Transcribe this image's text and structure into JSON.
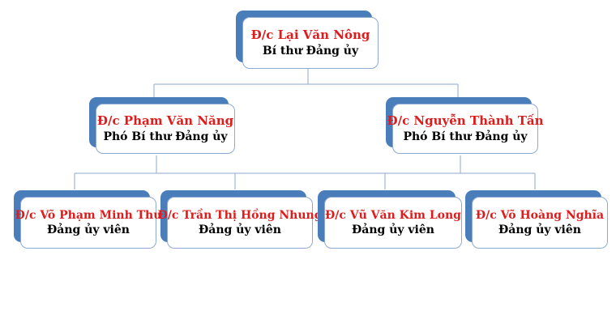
{
  "colors": {
    "name_text": "#e01b1b",
    "role_text": "#000000",
    "box_shadow": "#4a7ebb",
    "box_border": "#8faad2",
    "connector": "#8faad2"
  },
  "chart": {
    "top": {
      "name": "Đ/c Lại Văn Nông",
      "role": "Bí thư Đảng ủy"
    },
    "deputies": [
      {
        "name": "Đ/c Phạm Văn Năng",
        "role": "Phó Bí thư Đảng ủy"
      },
      {
        "name": "Đ/c Nguyễn Thành Tấn",
        "role": "Phó Bí thư Đảng ủy"
      }
    ],
    "members": [
      {
        "name": "Đ/c Võ Phạm Minh Thư",
        "role": "Đảng ủy viên"
      },
      {
        "name": "Đ/c Trần Thị Hồng Nhung",
        "role": "Đảng ủy viên"
      },
      {
        "name": "Đ/c Vũ Văn Kim Long",
        "role": "Đảng ủy viên"
      },
      {
        "name": "Đ/c Võ Hoàng Nghĩa",
        "role": "Đảng ủy viên"
      }
    ]
  }
}
